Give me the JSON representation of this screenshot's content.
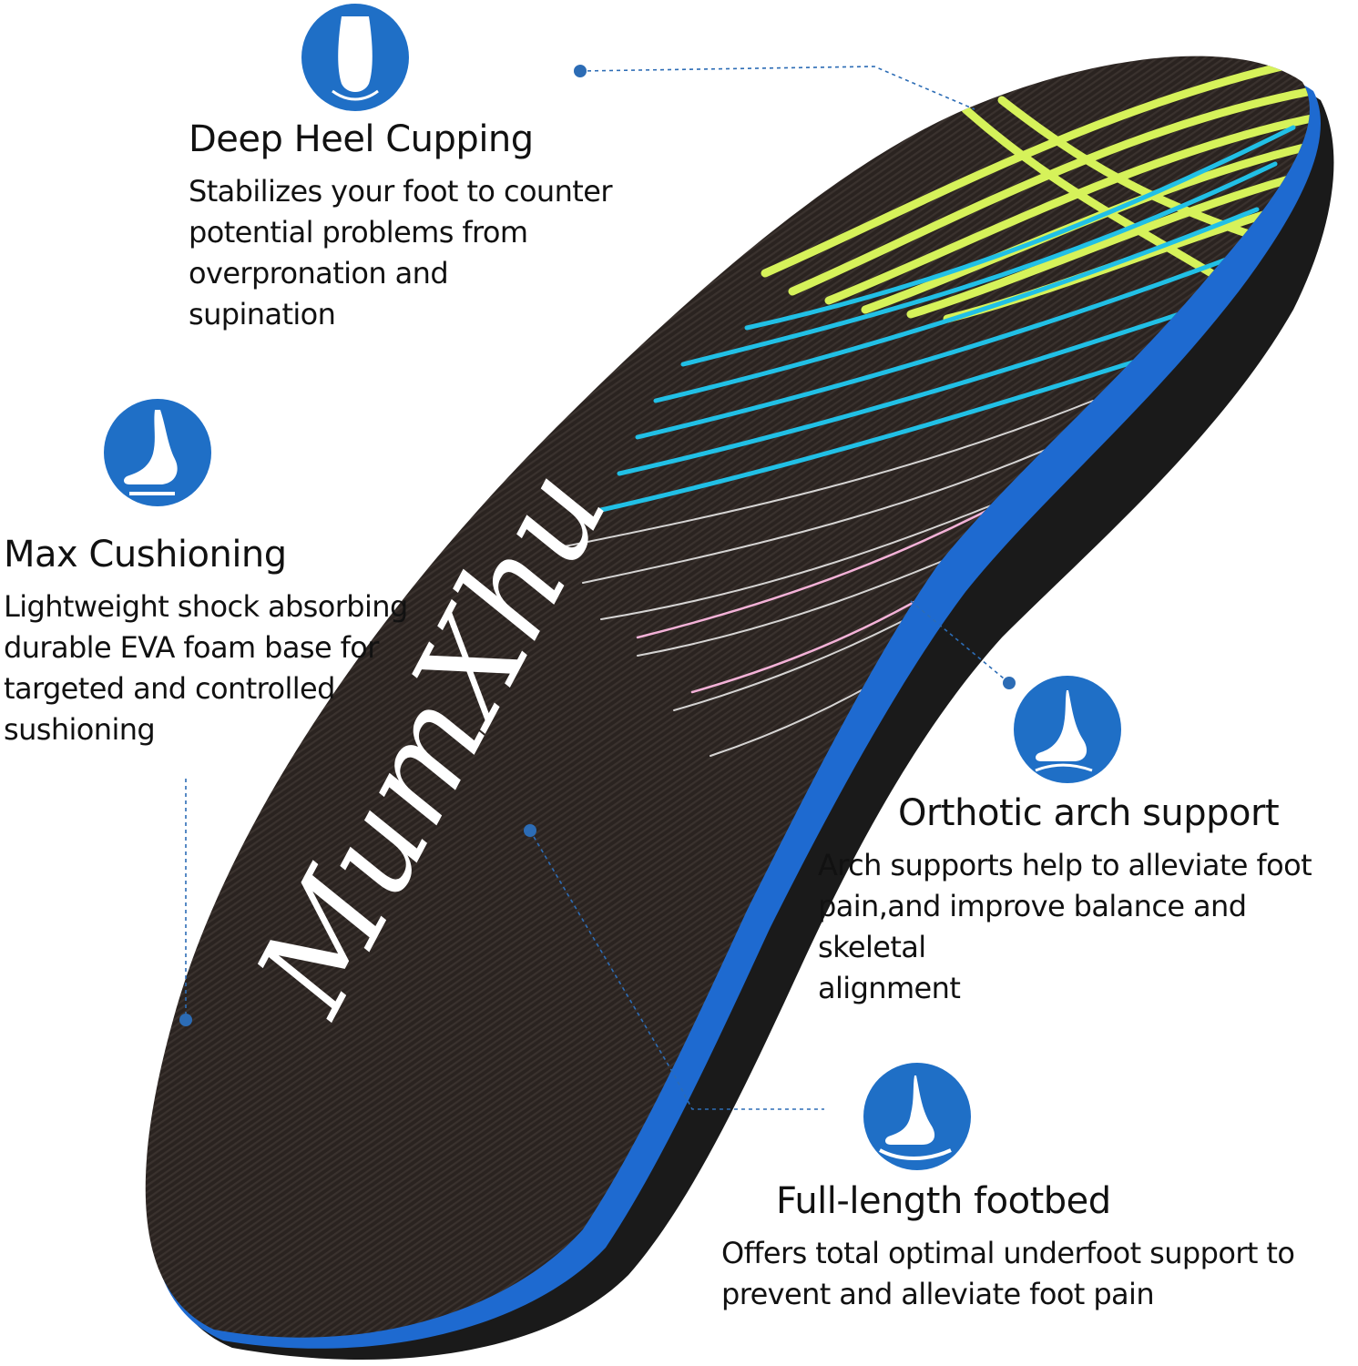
{
  "brand_logo_text": "MumXhu",
  "colors": {
    "accent": "#1f6fc6",
    "insole_top": "#2a2320",
    "insole_edge": "#1e6ad0",
    "stripe_yellow": "#d6f25a",
    "stripe_cyan": "#21c0e6",
    "stripe_pink": "#f4b2d8"
  },
  "features": [
    {
      "id": "deep-heel",
      "icon": "heel-cup-icon",
      "title": "Deep Heel Cupping",
      "lines": [
        "Stabilizes your foot to counter",
        "potential problems from",
        "overpronation and",
        "supination"
      ]
    },
    {
      "id": "max-cushioning",
      "icon": "foot-side-icon",
      "title": "Max Cushioning",
      "lines": [
        "Lightweight shock absorbing",
        "durable EVA foam base for",
        "targeted and controlled",
        "sushioning"
      ]
    },
    {
      "id": "arch-support",
      "icon": "arch-foot-icon",
      "title": "Orthotic arch support",
      "lines": [
        "Arch supports help to alleviate foot",
        "pain,and improve balance and skeletal",
        "alignment"
      ]
    },
    {
      "id": "full-length",
      "icon": "footbed-icon",
      "title": "Full-length footbed",
      "lines": [
        "Offers total optimal underfoot support to",
        "prevent and alleviate foot pain"
      ]
    }
  ]
}
